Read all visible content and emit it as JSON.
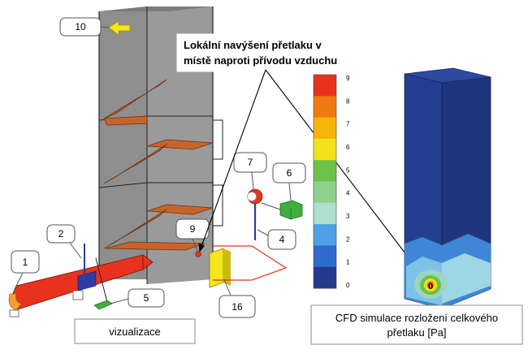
{
  "annotation": {
    "line1": "Lokální navýšení přetlaku v",
    "line2": "místě naproti přívodu vzduchu"
  },
  "callouts": {
    "c1": "1",
    "c2": "2",
    "c4": "4",
    "c5": "5",
    "c6": "6",
    "c7": "7",
    "c9": "9",
    "c10": "10",
    "c16": "16"
  },
  "colorbar": {
    "ticks": [
      "9",
      "8",
      "7",
      "6",
      "5",
      "4",
      "3",
      "2",
      "1",
      "0"
    ],
    "colors": [
      "#e8321e",
      "#f07a12",
      "#f5b50a",
      "#f2e21a",
      "#6cc24a",
      "#8fd08f",
      "#aee0cf",
      "#4fa0e6",
      "#2f6cc9",
      "#253a8c"
    ]
  },
  "cfd": {
    "hotspot_value": "0"
  },
  "captions": {
    "left": "vizualizace",
    "right_line1": "CFD simulace rozložení celkového",
    "right_line2": "přetlaku [Pa]"
  },
  "colors": {
    "tower_gray": "#8c8c8c",
    "stair_orange": "#c8642a",
    "pipe_red": "#e8321e",
    "cfd_blue": "#243f8f"
  }
}
